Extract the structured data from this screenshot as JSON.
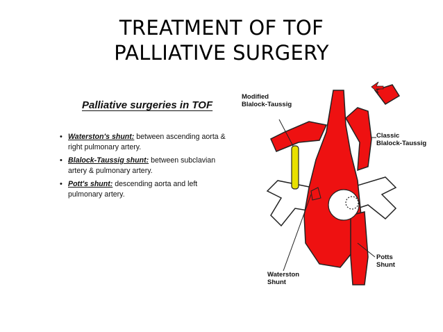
{
  "title": {
    "line1": "TREATMENT OF TOF",
    "line2": "PALLIATIVE SURGERY"
  },
  "panel": {
    "heading": "Palliative surgeries in TOF",
    "items": [
      {
        "term": "Waterston's shunt:",
        "text": " between ascending aorta & right pulmonary artery."
      },
      {
        "term": "Blalock-Taussig shunt:",
        "text": " between subclavian artery & pulmonary artery."
      },
      {
        "term": "Pott's shunt:",
        "text": " descending aorta and left pulmonary artery."
      }
    ]
  },
  "diagram": {
    "labels": {
      "modified_1": "Modified",
      "modified_2": "Blalock-Taussig",
      "classic_1": "Classic",
      "classic_2": "Blalock-Taussig",
      "potts_1": "Potts",
      "potts_2": "Shunt",
      "waterston_1": "Waterston",
      "waterston_2": "Shunt"
    },
    "colors": {
      "vessel": "#ee1111",
      "shunt": "#e8e000",
      "outline": "#222222"
    }
  }
}
